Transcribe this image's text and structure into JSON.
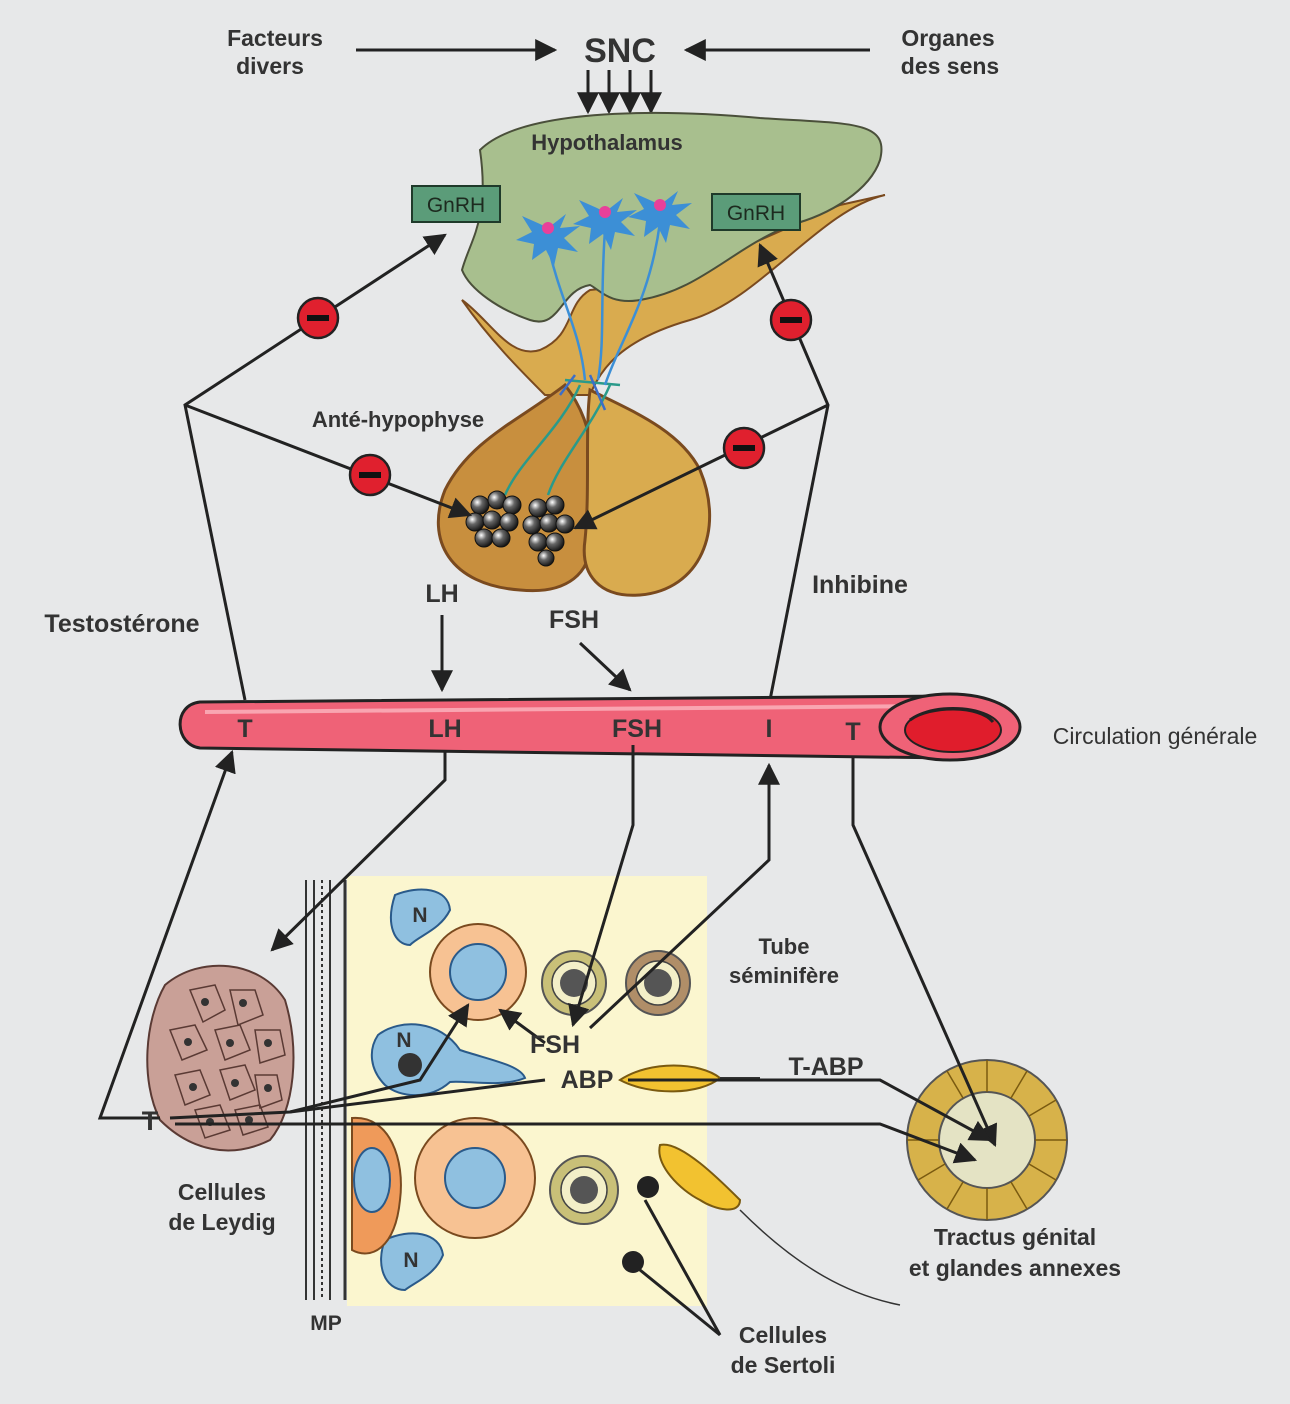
{
  "labels": {
    "facteurs_l1": "Facteurs",
    "facteurs_l2": "divers",
    "snc": "SNC",
    "organes_l1": "Organes",
    "organes_l2": "des sens",
    "hypothalamus": "Hypothalamus",
    "gnrh": "GnRH",
    "ante_hypophyse": "Anté-hypophyse",
    "inhibine": "Inhibine",
    "testosterone": "Testostérone",
    "lh": "LH",
    "fsh": "FSH",
    "vessel_t": "T",
    "vessel_lh": "LH",
    "vessel_fsh": "FSH",
    "vessel_i": "I",
    "circulation": "Circulation générale",
    "tube_l1": "Tube",
    "tube_l2": "séminifère",
    "nucleus": "N",
    "fsh_local": "FSH",
    "abp": "ABP",
    "t_abp": "T-ABP",
    "t_left": "T",
    "leydig_l1": "Cellules",
    "leydig_l2": "de Leydig",
    "tractus_l1": "Tractus génital",
    "tractus_l2": "et glandes annexes",
    "mp": "MP",
    "sertoli_l1": "Cellules",
    "sertoli_l2": "de Sertoli",
    "minus": "–"
  },
  "colors": {
    "background": "#e7e8e9",
    "hypothalamus": "#a8bf8e",
    "pituitary": "#c88f3e",
    "pituitary_right": "#d9ab4f",
    "vessel": "#ef6277",
    "inhibition_badge": "#e0202e",
    "gnrh_box": "#5b9c79",
    "seminiferous_bg": "#fbf6cf",
    "neuron": "#3c8fd6"
  }
}
